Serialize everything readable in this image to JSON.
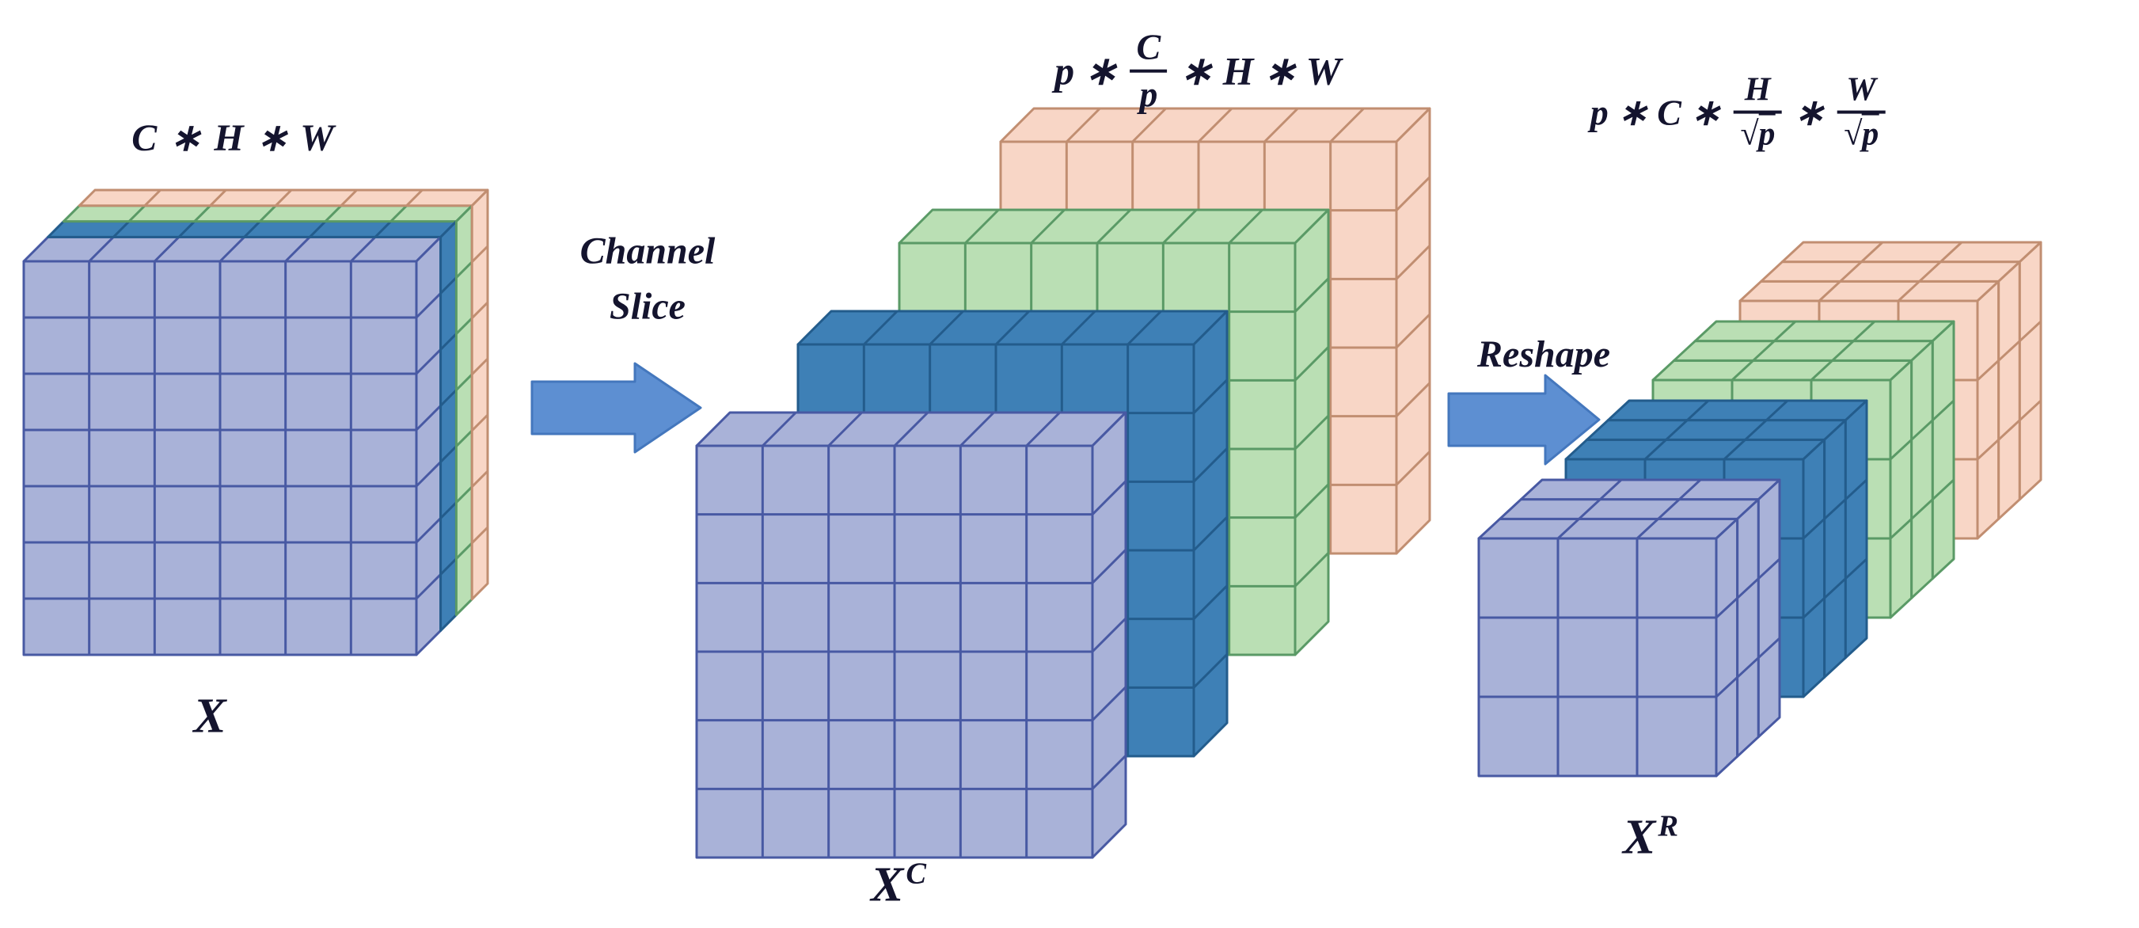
{
  "labels": {
    "x_dims": "C ∗ H ∗ W",
    "x_name": "X",
    "channel_slice": [
      "Channel",
      "Slice"
    ],
    "xc_dims": {
      "prefix": "p ∗",
      "frac_num": "C",
      "frac_den": "p",
      "suffix": "∗ H ∗ W"
    },
    "xc_name": {
      "base": "X",
      "sup": "C"
    },
    "reshape": "Reshape",
    "xr_dims": {
      "prefix": "p ∗ C ∗",
      "frac1_num": "H",
      "times": "∗",
      "frac2_num": "W",
      "radical": "√",
      "radicand": "p"
    },
    "xr_name": {
      "base": "X",
      "sup": "R"
    }
  },
  "colors": {
    "lavender": {
      "fill": "#a9b2d8",
      "stroke": "#4859a3"
    },
    "blue": {
      "fill": "#3e80b6",
      "stroke": "#235c8c"
    },
    "green": {
      "fill": "#badfb4",
      "stroke": "#5a9a66"
    },
    "pink": {
      "fill": "#f8d6c6",
      "stroke": "#c18e71"
    },
    "arrow": {
      "fill": "#5d8fd2",
      "stroke": "#4477bd"
    },
    "text": "#14142e",
    "background": "#ffffff"
  },
  "tensors": {
    "x": {
      "cols": 6,
      "rows": 7,
      "channel_colors": [
        "lavender",
        "blue",
        "green",
        "pink"
      ]
    },
    "xc": {
      "cols": 6,
      "rows": 6,
      "slabs_front_to_back": [
        "lavender",
        "blue",
        "green",
        "pink"
      ]
    },
    "xr": {
      "cols": 3,
      "rows": 3,
      "depth": 3,
      "cubes_front_to_back": [
        "lavender",
        "blue",
        "green",
        "pink"
      ]
    }
  }
}
